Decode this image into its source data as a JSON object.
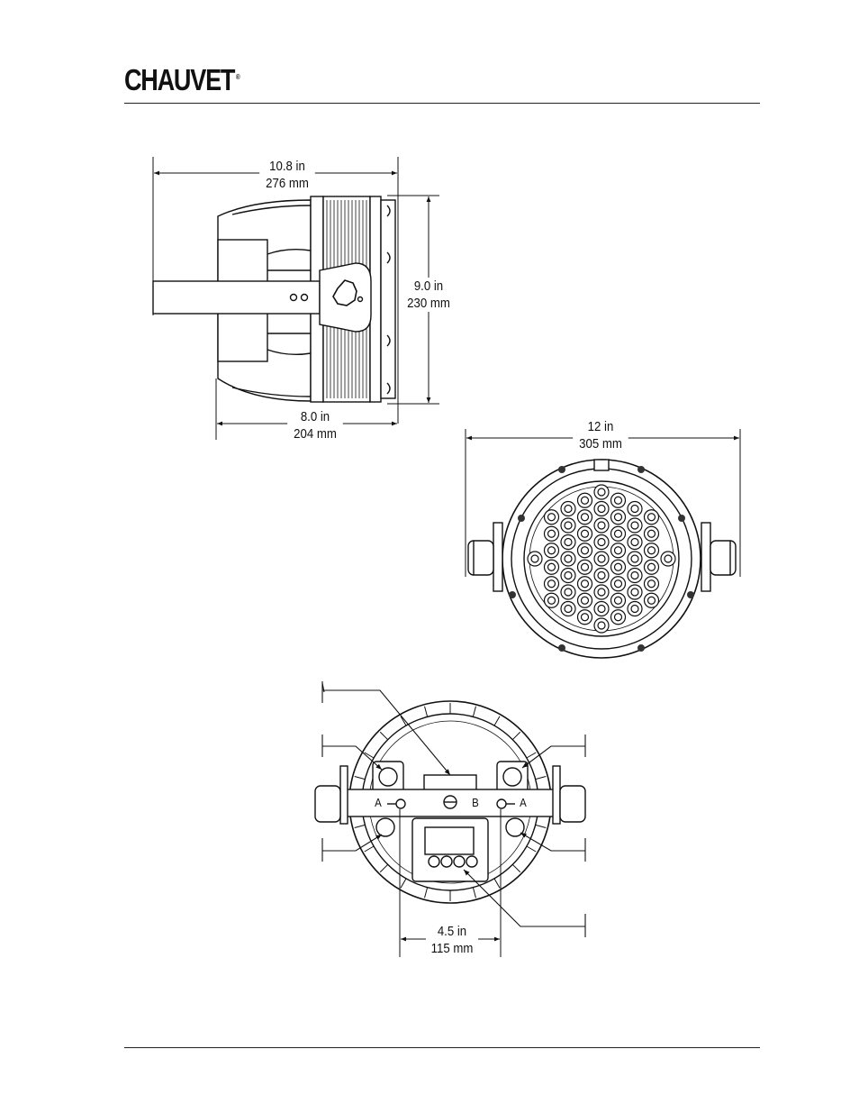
{
  "brand": {
    "name": "CHAUVET",
    "registered": "®"
  },
  "side_view": {
    "overall_length": {
      "imperial": "10.8 in",
      "metric": "276 mm"
    },
    "height": {
      "imperial": "9.0 in",
      "metric": "230 mm"
    },
    "body_length": {
      "imperial": "8.0 in",
      "metric": "204 mm"
    }
  },
  "front_view": {
    "width": {
      "imperial": "12 in",
      "metric": "305 mm"
    }
  },
  "rear_view": {
    "label_a_left": "A",
    "label_b": "B",
    "label_a_right": "A",
    "bolt_spacing": {
      "imperial": "4.5 in",
      "metric": "115 mm"
    }
  }
}
